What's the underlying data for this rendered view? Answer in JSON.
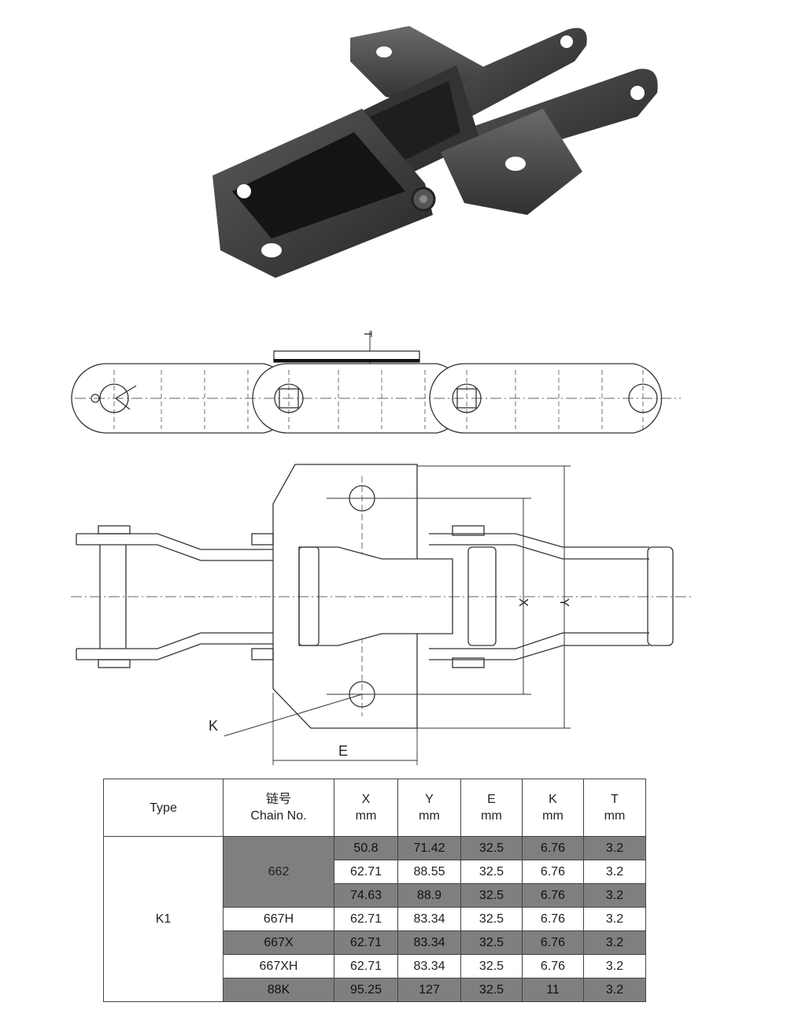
{
  "drawing_labels": {
    "T": "T",
    "X": "X",
    "Y": "Y",
    "K": "K",
    "E": "E"
  },
  "table": {
    "headers": {
      "type": "Type",
      "chain_cn": "链号",
      "chain_en": "Chain No.",
      "x": "X",
      "y": "Y",
      "e": "E",
      "k": "K",
      "t": "T",
      "unit": "mm"
    },
    "type_value": "K1",
    "group_662": "662",
    "rows": [
      {
        "chain": "662",
        "x": "50.8",
        "y": "71.42",
        "e": "32.5",
        "k": "6.76",
        "t": "3.2",
        "shaded": true
      },
      {
        "chain": "662",
        "x": "62.71",
        "y": "88.55",
        "e": "32.5",
        "k": "6.76",
        "t": "3.2",
        "shaded": false
      },
      {
        "chain": "662",
        "x": "74.63",
        "y": "88.9",
        "e": "32.5",
        "k": "6.76",
        "t": "3.2",
        "shaded": true
      },
      {
        "chain": "667H",
        "x": "62.71",
        "y": "83.34",
        "e": "32.5",
        "k": "6.76",
        "t": "3.2",
        "shaded": false
      },
      {
        "chain": "667X",
        "x": "62.71",
        "y": "83.34",
        "e": "32.5",
        "k": "6.76",
        "t": "3.2",
        "shaded": true
      },
      {
        "chain": "667XH",
        "x": "62.71",
        "y": "83.34",
        "e": "32.5",
        "k": "6.76",
        "t": "3.2",
        "shaded": false
      },
      {
        "chain": "88K",
        "x": "95.25",
        "y": "127",
        "e": "32.5",
        "k": "11",
        "t": "3.2",
        "shaded": true
      }
    ]
  },
  "colors": {
    "shade": "#7f7f7f",
    "metal_dark": "#2b2b2b",
    "metal_mid": "#4a4a4a",
    "line": "#333333"
  }
}
